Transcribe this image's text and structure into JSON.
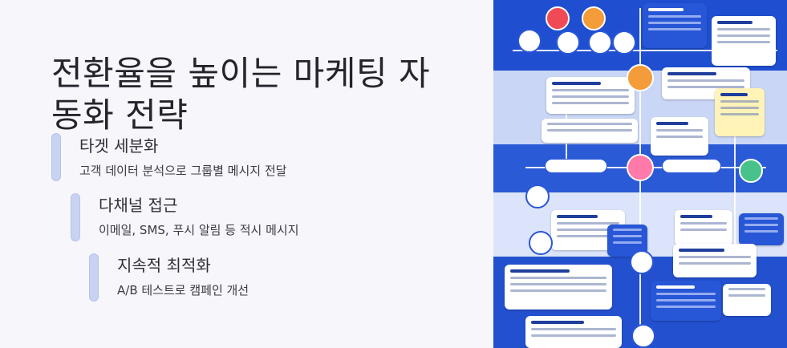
{
  "slide": {
    "title_lines": [
      "전환율을 높이는 마케팅 자",
      "동화 전략"
    ],
    "items": [
      {
        "title": "타겟 세분화",
        "description": "고객 데이터 분석으로 그룹별 메시지 전달"
      },
      {
        "title": "다채널 접근",
        "description": "이메일, SMS, 푸시 알림 등 적시 메시지"
      },
      {
        "title": "지속적 최적화",
        "description": "A/B 테스트로 캠페인 개선"
      }
    ]
  },
  "infographic": {
    "description": "marketing automation flowchart illustration",
    "colors": {
      "background": "#1d4bc9",
      "band_light": "#c9d6f6",
      "card": "#ffffff",
      "accent_red": "#ef4a56"
    }
  }
}
